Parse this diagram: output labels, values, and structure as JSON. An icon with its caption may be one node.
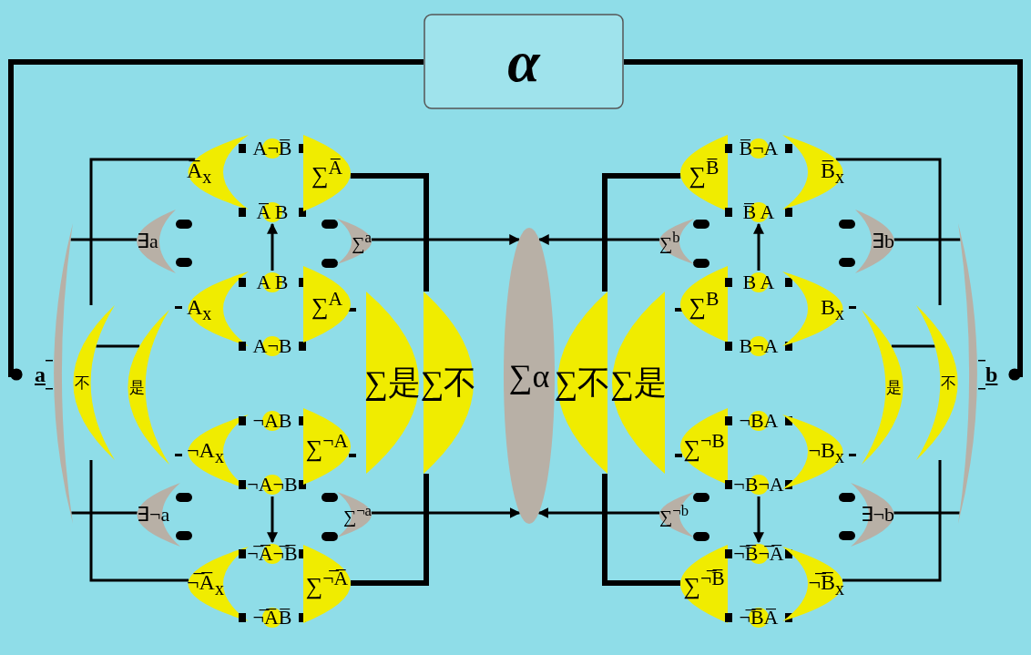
{
  "diagram": {
    "nodes": [
      {
        "text": [
          "α"
        ]
      },
      {
        "text": [
          "a"
        ]
      },
      {
        "text": [
          "不"
        ]
      },
      {
        "text": [
          "是"
        ]
      },
      {
        "text": [
          "∃a"
        ]
      },
      {
        "text": [
          "∃¬a"
        ]
      },
      {
        "text": [
          "A̅$_{x}$"
        ]
      },
      {
        "text": [
          "A$_{x}$"
        ]
      },
      {
        "text": [
          "¬A$_{x}$"
        ]
      },
      {
        "text": [
          "¬̅A̅$_{x}$"
        ]
      },
      {
        "text": [
          "A¬B̅"
        ]
      },
      {
        "text": [
          "A̅ B"
        ]
      },
      {
        "text": [
          "A B"
        ]
      },
      {
        "text": [
          "A¬B"
        ]
      },
      {
        "text": [
          "¬AB"
        ]
      },
      {
        "text": [
          "¬A¬B"
        ]
      },
      {
        "text": [
          "¬̅A̅¬̅B̅"
        ]
      },
      {
        "text": [
          "¬̅A̅B̅"
        ]
      },
      {
        "text": [
          "∑$^{A̅}$"
        ]
      },
      {
        "text": [
          "∑$^{A}$"
        ]
      },
      {
        "text": [
          "∑$^{¬A}$"
        ]
      },
      {
        "text": [
          "∑$^{¬̅A̅}$"
        ]
      },
      {
        "text": [
          "∑$^{a}$"
        ]
      },
      {
        "text": [
          "∑$^{¬a}$"
        ]
      },
      {
        "text": [
          "∑是"
        ]
      },
      {
        "text": [
          "∑不"
        ]
      },
      {
        "text": [
          "∑α"
        ]
      },
      {
        "text": [
          "∑不"
        ]
      },
      {
        "text": [
          "∑是"
        ]
      },
      {
        "text": [
          "∑$^{b}$"
        ]
      },
      {
        "text": [
          "∑$^{¬b}$"
        ]
      },
      {
        "text": [
          "∑$^{B̅}$"
        ]
      },
      {
        "text": [
          "∑$^{B}$"
        ]
      },
      {
        "text": [
          "∑$^{¬B}$"
        ]
      },
      {
        "text": [
          "∑$^{¬̅B̅}$"
        ]
      },
      {
        "text": [
          "B̅¬A"
        ]
      },
      {
        "text": [
          "B̅ A"
        ]
      },
      {
        "text": [
          "B A"
        ]
      },
      {
        "text": [
          "B¬A"
        ]
      },
      {
        "text": [
          "¬BA"
        ]
      },
      {
        "text": [
          "¬B¬A"
        ]
      },
      {
        "text": [
          "¬̅B̅¬̅A̅"
        ]
      },
      {
        "text": [
          "¬̅B̅A̅"
        ]
      },
      {
        "text": [
          "B̅$_{x}$"
        ]
      },
      {
        "text": [
          "B$_{x}$"
        ]
      },
      {
        "text": [
          "¬B$_{x}$"
        ]
      },
      {
        "text": [
          "¬̅B̅$_{x}$"
        ]
      },
      {
        "text": [
          "∃b"
        ]
      },
      {
        "text": [
          "∃¬b"
        ]
      },
      {
        "text": [
          "是"
        ]
      },
      {
        "text": [
          "不"
        ]
      },
      {
        "text": [
          "b"
        ]
      },
      {
        "text": [],
        "shape": "arc"
      },
      {
        "text": [],
        "shape": "arc"
      }
    ],
    "edges": [
      {
        "from": 0,
        "to": 1,
        "arrow": "other",
        "style": "thick"
      },
      {
        "from": 0,
        "to": 51,
        "arrow": "other",
        "style": "thick"
      },
      {
        "from": 2,
        "to": 3,
        "arrow": "none"
      },
      {
        "from": 49,
        "to": 50,
        "arrow": "none"
      },
      {
        "from": 4,
        "to": 52,
        "arrow": "none"
      },
      {
        "from": 5,
        "to": 52,
        "arrow": "none"
      },
      {
        "from": 47,
        "to": 53,
        "arrow": "none"
      },
      {
        "from": 48,
        "to": 53,
        "arrow": "none"
      },
      {
        "from": 6,
        "to": 2,
        "arrow": "none"
      },
      {
        "from": 9,
        "to": 2,
        "arrow": "none"
      },
      {
        "from": 18,
        "to": 25,
        "arrow": "none",
        "style": "thick"
      },
      {
        "from": 21,
        "to": 25,
        "arrow": "none",
        "style": "thick"
      },
      {
        "from": 22,
        "to": 26,
        "arrow": "to"
      },
      {
        "from": 23,
        "to": 26,
        "arrow": "to"
      },
      {
        "from": 12,
        "to": 11,
        "arrow": "to"
      },
      {
        "from": 15,
        "to": 16,
        "arrow": "to"
      },
      {
        "from": 29,
        "to": 26,
        "arrow": "to"
      },
      {
        "from": 30,
        "to": 26,
        "arrow": "to"
      },
      {
        "from": 31,
        "to": 27,
        "arrow": "none",
        "style": "thick"
      },
      {
        "from": 34,
        "to": 27,
        "arrow": "none",
        "style": "thick"
      },
      {
        "from": 43,
        "to": 50,
        "arrow": "none"
      },
      {
        "from": 46,
        "to": 50,
        "arrow": "none"
      },
      {
        "from": 37,
        "to": 36,
        "arrow": "to"
      },
      {
        "from": 40,
        "to": 41,
        "arrow": "to"
      }
    ]
  }
}
